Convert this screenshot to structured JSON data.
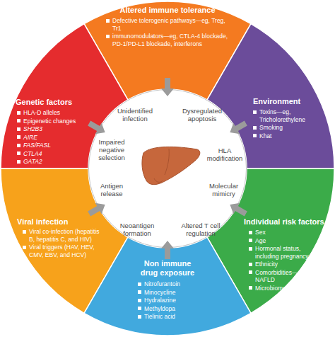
{
  "diagram": {
    "nodes": [
      {
        "text": [
          "Altered immune tolerance",
          "Defective tolerogenic pathways—eg, Treg, Tr1",
          "immunomodulators—eg, CTLA-4 blockade, PD-1/PD-L1 blockade, interferons"
        ]
      },
      {
        "text": [
          "Genetic factors",
          "HLA-D alleles",
          "Epigenetic changes",
          "SH2B3",
          "AIRE",
          "FAS/FASL",
          "CTLA4",
          "GATA2"
        ]
      },
      {
        "text": [
          "Environment",
          "Toxins—eg, Tricholorethylene",
          "Smoking",
          "Khat"
        ]
      },
      {
        "text": [
          "Viral infection",
          "Viral co-infection (hepatitis B, hepatitis C, and HIV)",
          "Viral triggers (HAV, HEV, CMV, EBV, and HCV)"
        ]
      },
      {
        "text": [
          "Individual risk factors",
          "Sex",
          "Age",
          "Hormonal status, including pregnancy",
          "Ethnicity",
          "Comorbidities—eg, NAFLD",
          "Microbiome"
        ]
      },
      {
        "text": [
          "Non immune drug exposure",
          "Nitrofurantoin",
          "Minocycline",
          "Hydralazine",
          "Methyldopa",
          "Tielinic acid"
        ]
      },
      {
        "text": [
          "Unidentified infection",
          "Dysregulated apoptosis",
          "HLA modification",
          "Molecular mimicry",
          "Altered T cell regulation",
          "Neoantigen formation",
          "Antigen release",
          "Impaired negative selection"
        ]
      }
    ],
    "edges": [
      {
        "from": 0,
        "to": 6,
        "arrow": "to"
      },
      {
        "from": 1,
        "to": 6,
        "arrow": "to"
      },
      {
        "from": 2,
        "to": 6,
        "arrow": "to"
      },
      {
        "from": 3,
        "to": 6,
        "arrow": "to"
      },
      {
        "from": 4,
        "to": 6,
        "arrow": "to"
      },
      {
        "from": 5,
        "to": 6,
        "arrow": "to"
      }
    ]
  }
}
